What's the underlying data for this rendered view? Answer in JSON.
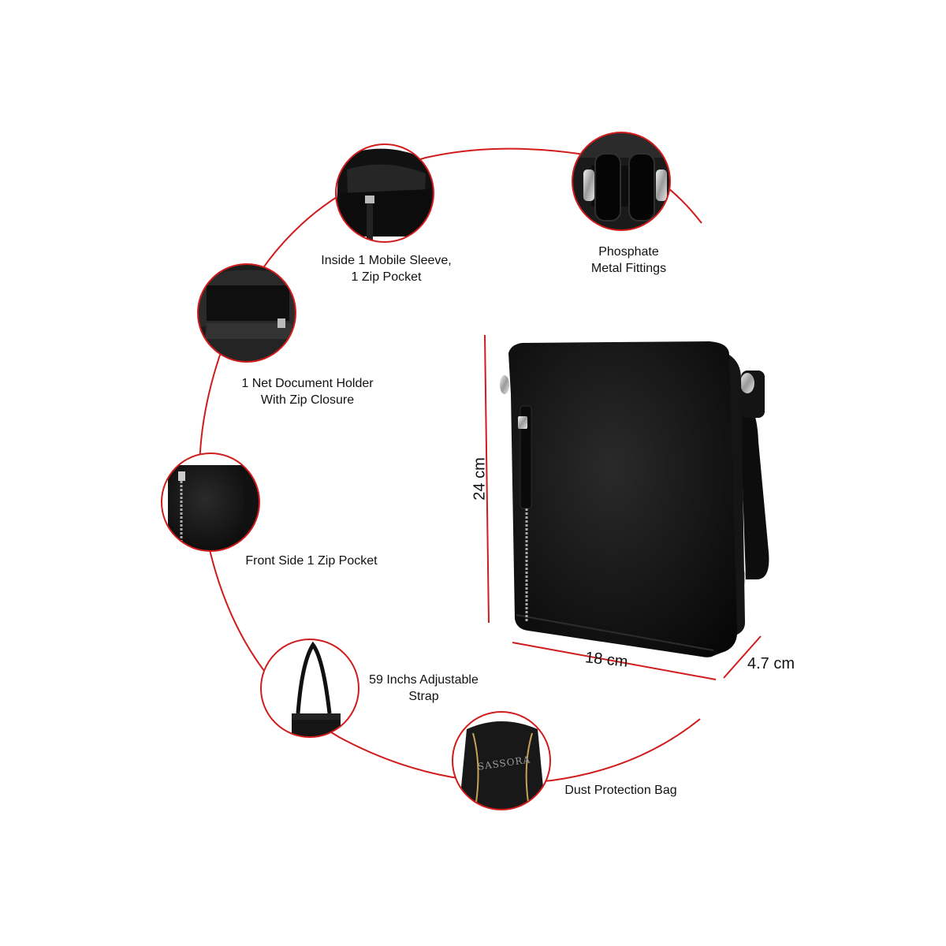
{
  "features": {
    "mobile_sleeve": {
      "line1": "Inside 1 Mobile Sleeve,",
      "line2": "1 Zip Pocket"
    },
    "fittings": {
      "line1": "Phosphate",
      "line2": "Metal Fittings"
    },
    "document_holder": {
      "line1": "1 Net Document Holder",
      "line2": "With Zip Closure"
    },
    "front_pocket": {
      "line1": "Front Side 1 Zip Pocket"
    },
    "strap": {
      "line1": "59 Inchs Adjustable",
      "line2": "Strap"
    },
    "dust_bag": {
      "line1": "Dust Protection Bag",
      "brand_print": "SASSORA"
    }
  },
  "dimensions": {
    "height": "24 cm",
    "width": "18 cm",
    "depth": "4.7 cm"
  },
  "colors": {
    "accent_line": "#d01c1c",
    "leather": "#111111",
    "background": "#ffffff"
  },
  "icons": [
    "zip-pocket-icon",
    "metal-ring-icon",
    "net-holder-icon",
    "front-zip-icon",
    "strap-icon",
    "dust-bag-icon"
  ]
}
